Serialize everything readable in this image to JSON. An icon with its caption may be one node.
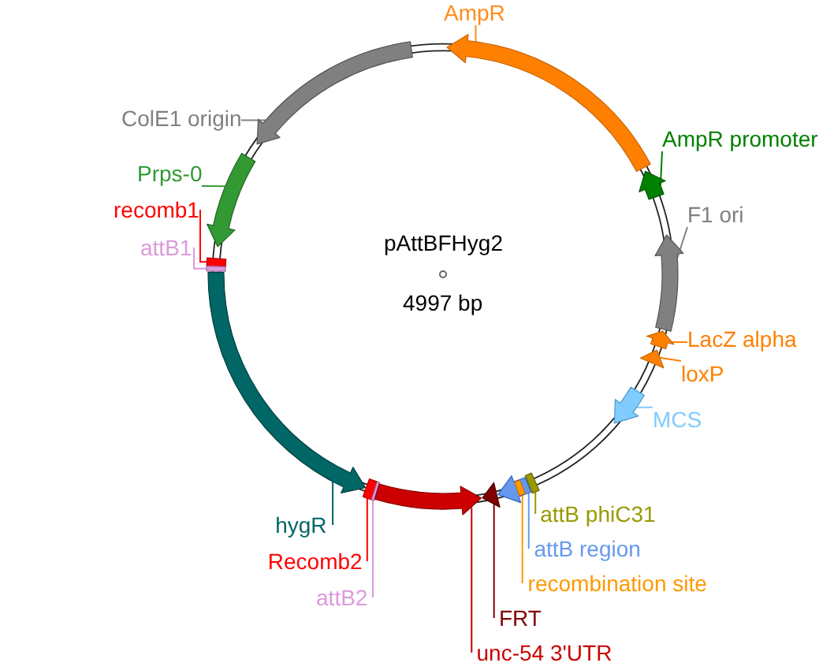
{
  "diagram": {
    "nodes": [
      {
        "text": [
          "AmpR"
        ]
      },
      {
        "text": [],
        "shape": "arrow"
      },
      {
        "text": [
          "ColE1 origin"
        ]
      },
      {
        "text": [],
        "shape": "arrow"
      },
      {
        "text": [
          "AmpR promoter"
        ]
      },
      {
        "text": [],
        "shape": "arrow"
      },
      {
        "text": [
          "Prps-0"
        ]
      },
      {
        "text": [],
        "shape": "arrow"
      },
      {
        "text": [
          "recomb1"
        ]
      },
      {
        "text": [],
        "shape": "bar"
      },
      {
        "text": [
          "F1 ori"
        ]
      },
      {
        "text": [],
        "shape": "arrow"
      },
      {
        "text": [
          "attB1"
        ]
      },
      {
        "text": [],
        "shape": "bar"
      },
      {
        "text": [
          "LacZ alpha"
        ]
      },
      {
        "text": [],
        "shape": "arrow"
      },
      {
        "text": [
          "loxP"
        ]
      },
      {
        "text": [],
        "shape": "triangle"
      },
      {
        "text": [
          "MCS"
        ]
      },
      {
        "text": [],
        "shape": "arrow"
      },
      {
        "text": [
          "attB phiC31"
        ]
      },
      {
        "text": [],
        "shape": "bar"
      },
      {
        "text": [
          "hygR"
        ]
      },
      {
        "text": [],
        "shape": "arrow"
      },
      {
        "text": [
          "attB region"
        ]
      },
      {
        "text": [],
        "shape": "arrow"
      },
      {
        "text": [
          "Recomb2"
        ]
      },
      {
        "text": [],
        "shape": "bar"
      },
      {
        "text": [
          "recombination site"
        ]
      },
      {
        "text": [],
        "shape": "bar",
        "in": 25
      },
      {
        "text": [
          "attB2"
        ]
      },
      {
        "text": [],
        "shape": "bar"
      },
      {
        "text": [
          "FRT"
        ]
      },
      {
        "text": [],
        "shape": "triangle"
      },
      {
        "text": [
          "unc-54 3'UTR"
        ]
      },
      {
        "text": [],
        "shape": "arrow"
      }
    ],
    "edges": [
      {
        "from": 0,
        "to": 1,
        "arrow": "none",
        "color": "#ff8c1a"
      },
      {
        "from": 2,
        "to": 3,
        "arrow": "none",
        "color": "#808080"
      },
      {
        "from": 4,
        "to": 5,
        "arrow": "none",
        "color": "#008000"
      },
      {
        "from": 6,
        "to": 7,
        "arrow": "none",
        "color": "#339933"
      },
      {
        "from": 8,
        "to": 9,
        "arrow": "none",
        "color": "#ff0000"
      },
      {
        "from": 10,
        "to": 11,
        "arrow": "none",
        "color": "#808080"
      },
      {
        "from": 12,
        "to": 13,
        "arrow": "none",
        "color": "#dd99dd"
      },
      {
        "from": 14,
        "to": 15,
        "arrow": "none",
        "color": "#ff8000"
      },
      {
        "from": 16,
        "to": 17,
        "arrow": "none",
        "color": "#ff8000"
      },
      {
        "from": 18,
        "to": 19,
        "arrow": "none",
        "color": "#80ccff"
      },
      {
        "from": 20,
        "to": 21,
        "arrow": "none",
        "color": "#999900"
      },
      {
        "from": 22,
        "to": 23,
        "arrow": "none",
        "color": "#006666"
      },
      {
        "from": 24,
        "to": 25,
        "arrow": "none",
        "color": "#6699ee"
      },
      {
        "from": 26,
        "to": 27,
        "arrow": "none",
        "color": "#ff0000"
      },
      {
        "from": 28,
        "to": 29,
        "arrow": "none",
        "color": "#ff9900"
      },
      {
        "from": 30,
        "to": 31,
        "arrow": "none",
        "color": "#dd99dd"
      },
      {
        "from": 32,
        "to": 33,
        "arrow": "none",
        "color": "#800000"
      },
      {
        "from": 34,
        "to": 35,
        "arrow": "none",
        "color": "#cc0000"
      }
    ],
    "labels": [
      "pAttBFHyg2",
      "4997 bp"
    ]
  }
}
